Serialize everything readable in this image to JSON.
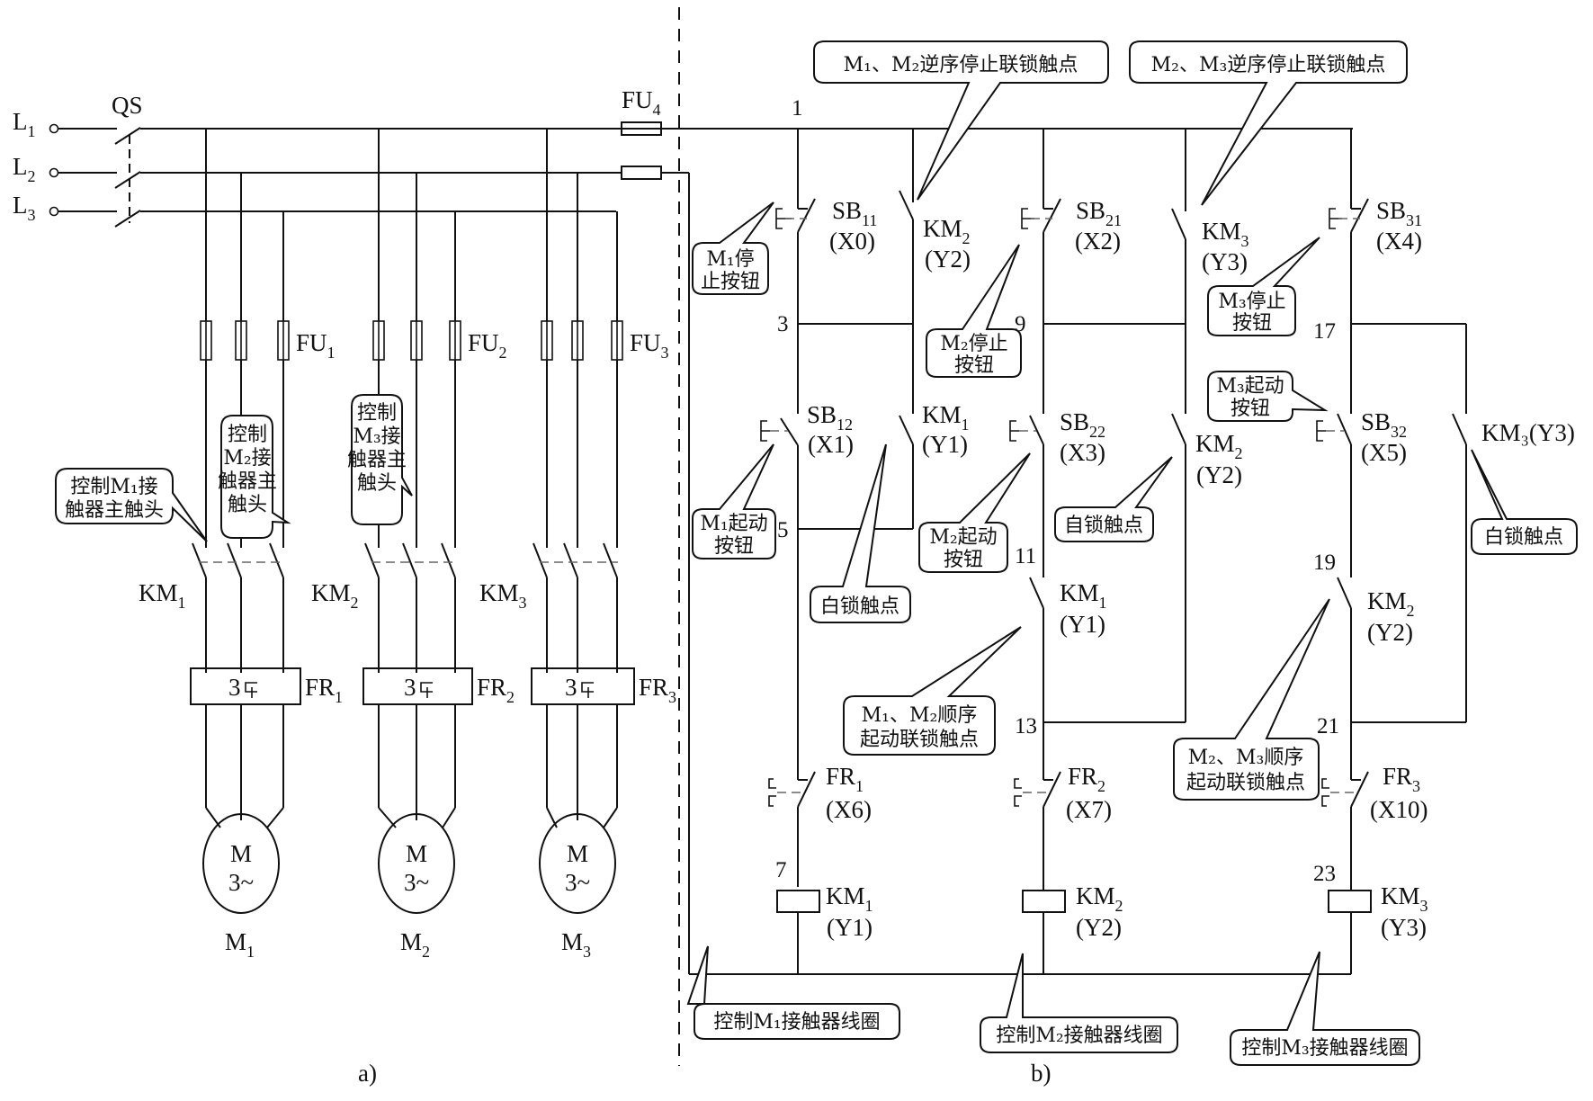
{
  "figure": {
    "panel_a_caption": "a)",
    "panel_b_caption": "b)"
  },
  "power": {
    "lines": [
      {
        "id": "L1",
        "base": "L",
        "sub": "1"
      },
      {
        "id": "L2",
        "base": "L",
        "sub": "2"
      },
      {
        "id": "L3",
        "base": "L",
        "sub": "3"
      }
    ],
    "switch": "QS",
    "control_fuse": {
      "base": "FU",
      "sub": "4"
    },
    "fuses": [
      {
        "base": "FU",
        "sub": "1"
      },
      {
        "base": "FU",
        "sub": "2"
      },
      {
        "base": "FU",
        "sub": "3"
      }
    ],
    "contactors": [
      {
        "base": "KM",
        "sub": "1"
      },
      {
        "base": "KM",
        "sub": "2"
      },
      {
        "base": "KM",
        "sub": "3"
      }
    ],
    "relays": [
      {
        "base": "FR",
        "sub": "1",
        "symbol": "3 ⊏"
      },
      {
        "base": "FR",
        "sub": "2",
        "symbol": "3 ⊏"
      },
      {
        "base": "FR",
        "sub": "3",
        "symbol": "3 ⊏"
      }
    ],
    "motors": [
      {
        "base": "M",
        "sub": "1",
        "inner_top": "M",
        "inner_bottom": "3~"
      },
      {
        "base": "M",
        "sub": "2",
        "inner_top": "M",
        "inner_bottom": "3~"
      },
      {
        "base": "M",
        "sub": "3",
        "inner_top": "M",
        "inner_bottom": "3~"
      }
    ],
    "callouts": [
      {
        "lines": [
          "控制M₁接",
          "触器主触头"
        ]
      },
      {
        "lines": [
          "控制",
          "M₂接",
          "触器主",
          "触头"
        ]
      },
      {
        "lines": [
          "控制",
          "M₃接",
          "触器主",
          "触头"
        ]
      }
    ]
  },
  "control": {
    "nodes": [
      "1",
      "3",
      "5",
      "7",
      "9",
      "11",
      "13",
      "17",
      "19",
      "21",
      "23"
    ],
    "components": {
      "sb11": {
        "base": "SB",
        "sub": "11",
        "io": "(X0)"
      },
      "km2_rev": {
        "base": "KM",
        "sub": "2",
        "io": "(Y2)"
      },
      "sb21": {
        "base": "SB",
        "sub": "21",
        "io": "(X2)"
      },
      "km3_rev": {
        "base": "KM",
        "sub": "3",
        "io": "(Y3)"
      },
      "sb31": {
        "base": "SB",
        "sub": "31",
        "io": "(X4)"
      },
      "sb12": {
        "base": "SB",
        "sub": "12",
        "io": "(X1)"
      },
      "km1_hold": {
        "base": "KM",
        "sub": "1",
        "io": "(Y1)"
      },
      "sb22": {
        "base": "SB",
        "sub": "22",
        "io": "(X3)"
      },
      "km2_hold": {
        "base": "KM",
        "sub": "2",
        "io": "(Y2)"
      },
      "sb32": {
        "base": "SB",
        "sub": "32",
        "io": "(X5)"
      },
      "km3_hold": {
        "label": "KM₃(Y3)"
      },
      "km1_seq": {
        "base": "KM",
        "sub": "1",
        "io": "(Y1)"
      },
      "km2_seq": {
        "base": "KM",
        "sub": "2",
        "io": "(Y2)"
      },
      "fr1": {
        "base": "FR",
        "sub": "1",
        "io": "(X6)"
      },
      "fr2": {
        "base": "FR",
        "sub": "2",
        "io": "(X7)"
      },
      "fr3": {
        "base": "FR",
        "sub": "3",
        "io": "(X10)"
      },
      "coil1": {
        "base": "KM",
        "sub": "1",
        "io": "(Y1)"
      },
      "coil2": {
        "base": "KM",
        "sub": "2",
        "io": "(Y2)"
      },
      "coil3": {
        "base": "KM",
        "sub": "3",
        "io": "(Y3)"
      }
    },
    "callouts": {
      "rev_stop_12": "M₁、M₂逆序停止联锁触点",
      "rev_stop_23": "M₂、M₃逆序停止联锁触点",
      "m1_stop": [
        "M₁停",
        "止按钮"
      ],
      "m2_stop": [
        "M₂停止",
        "按钮"
      ],
      "m3_stop": [
        "M₃停止",
        "按钮"
      ],
      "m1_start": [
        "M₁起动",
        "按钮"
      ],
      "m2_start": [
        "M₂起动",
        "按钮"
      ],
      "m3_start": [
        "M₃起动",
        "按钮"
      ],
      "hold1": "白锁触点",
      "hold2": "自锁触点",
      "hold3": "白锁触点",
      "seq_12": [
        "M₁、M₂顺序",
        "起动联锁触点"
      ],
      "seq_23": [
        "M₂、M₃顺序",
        "起动联锁触点"
      ],
      "coil1": "控制M₁接触器线圈",
      "coil2": "控制M₂接触器线圈",
      "coil3": "控制M₃接触器线圈"
    }
  }
}
